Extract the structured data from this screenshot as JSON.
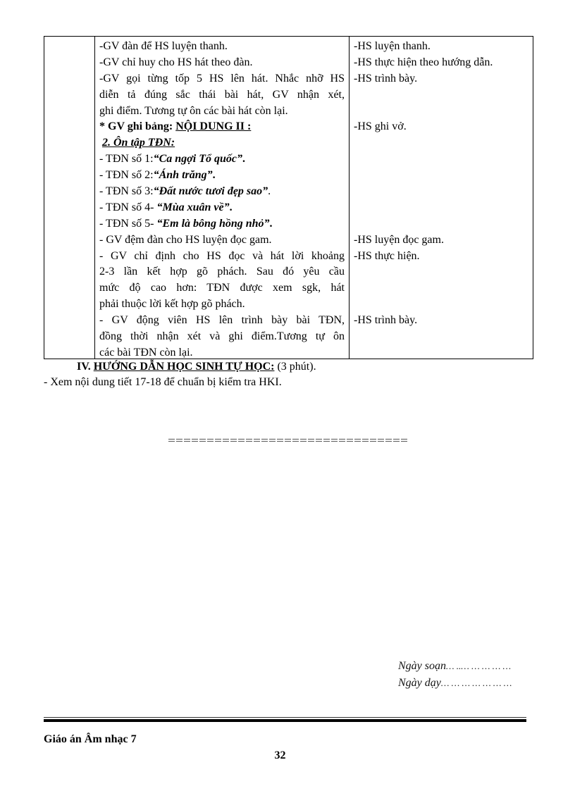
{
  "table": {
    "col2": {
      "intro_lines": [
        "-GV đàn để HS luyện thanh.",
        "-GV chỉ huy cho HS hát theo đàn.",
        "-GV gọi từng tốp 5 HS lên hát. Nhắc nhỡ HS",
        "diễn tả đúng sắc thái bài hát, GV nhận xét,",
        "ghi điểm. Tương tự ôn các bài hát còn lại."
      ],
      "board_prefix": "* GV ghi bảng: ",
      "board_heading": "NỘI DUNG II :",
      "review_heading": "2. Ôn tập TĐN:",
      "tdn_items": [
        {
          "prefix": "- TĐN số 1:",
          "title": "“Ca ngợi Tổ quốc”",
          "suffix": "."
        },
        {
          "prefix": "- TĐN số 2:",
          "title": "“Ánh trăng”",
          "suffix": "."
        },
        {
          "prefix": "- TĐN số 3:",
          "title": "“Đất nước tươi đẹp sao”",
          "suffix": "."
        },
        {
          "prefix": "- TĐN số 4- ",
          "title": "“Mùa xuân về”",
          "suffix": "."
        },
        {
          "prefix": "- TĐN số 5- ",
          "title": "“Em là bông hồng nhỏ”",
          "suffix": "."
        }
      ],
      "practice_lines": [
        "- GV đệm đàn cho HS luyện đọc gam.",
        "- GV chỉ định cho HS đọc và hát lời khoảng",
        "2-3 lần kết hợp gõ phách. Sau đó yêu cầu",
        "mức độ cao hơn: TĐN được xem sgk, hát",
        "phải thuộc lời kết hợp gõ phách.",
        "- GV động viên HS lên trình bày bài TĐN,",
        "đồng thời nhận xét và ghi điểm.Tương tự ôn",
        "các bài TĐN còn lại."
      ]
    },
    "col3": {
      "lines": [
        "-HS luyện thanh.",
        "-HS thực hiện theo hướng dẫn.",
        "-HS trình bày.",
        "-HS ghi vở.",
        "-HS luyện đọc gam.",
        "-HS thực hiện.",
        "-HS trình bày."
      ]
    }
  },
  "section_iv": {
    "number": "IV. ",
    "title": "HƯỚNG DẪN HỌC SINH TỰ HỌC:",
    "duration": " (3 phút).",
    "note": "- Xem nội dung tiết 17-18 để chuẩn bị kiểm tra HKI."
  },
  "dates": {
    "prepared_label": "Ngày soạn",
    "prepared_value": "… ..… … … … …",
    "taught_label": "Ngày dạy",
    "taught_value": "… … … … … … …"
  },
  "footer": {
    "title": "Giáo án Âm nhạc 7",
    "page_number": "32"
  }
}
